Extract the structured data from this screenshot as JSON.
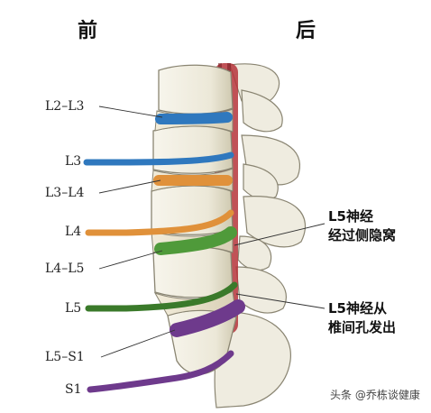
{
  "header": {
    "front": "前",
    "back": "后"
  },
  "levels": [
    "L2–L3",
    "L3",
    "L3–L4",
    "L4",
    "L4–L5",
    "L5",
    "L5–S1",
    "S1"
  ],
  "annotations": {
    "lateral_recess": [
      "L5神经",
      "经过侧隐窝"
    ],
    "foramen": [
      "L5神经从",
      "椎间孔发出"
    ]
  },
  "watermark": "头条 @乔栋谈健康",
  "colors": {
    "blue": "#2f78be",
    "orange": "#e0913a",
    "green": "#4f9a3a",
    "dark_green": "#3a7a2a",
    "purple": "#6e3a8c",
    "bone": "#f1efe3",
    "bone_shadow": "#cfc9b0",
    "disc": "#ece4cf",
    "dura_red": "#b5343a"
  }
}
